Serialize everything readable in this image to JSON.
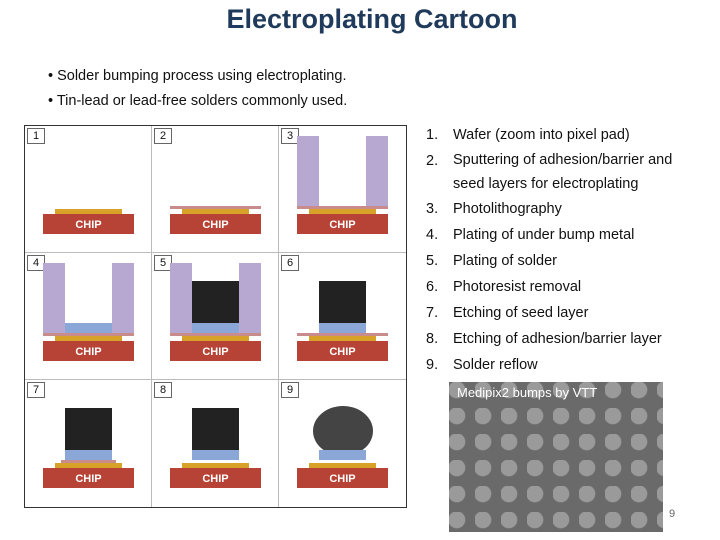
{
  "title": "Electroplating Cartoon",
  "bullets": [
    "• Solder bumping process using electroplating.",
    "• Tin-lead or lead-free solders commonly used."
  ],
  "chip_label": "CHIP",
  "panels": [
    "1",
    "2",
    "3",
    "4",
    "5",
    "6",
    "7",
    "8",
    "9"
  ],
  "steps": [
    {
      "num": "1.",
      "text": "Wafer (zoom into pixel pad)"
    },
    {
      "num": "2.",
      "text": "Sputtering of adhesion/barrier and seed layers for electroplating"
    },
    {
      "num": "3.",
      "text": "Photolithography"
    },
    {
      "num": "4.",
      "text": "Plating of under bump metal"
    },
    {
      "num": "5.",
      "text": "Plating of solder"
    },
    {
      "num": "6.",
      "text": "Photoresist removal"
    },
    {
      "num": "7.",
      "text": "Etching of seed layer"
    },
    {
      "num": "8.",
      "text": "Etching of adhesion/barrier layer"
    },
    {
      "num": "9.",
      "text": "Solder reflow"
    }
  ],
  "photo_caption": "Medipix2 bumps by VTT",
  "slide_number": "9"
}
